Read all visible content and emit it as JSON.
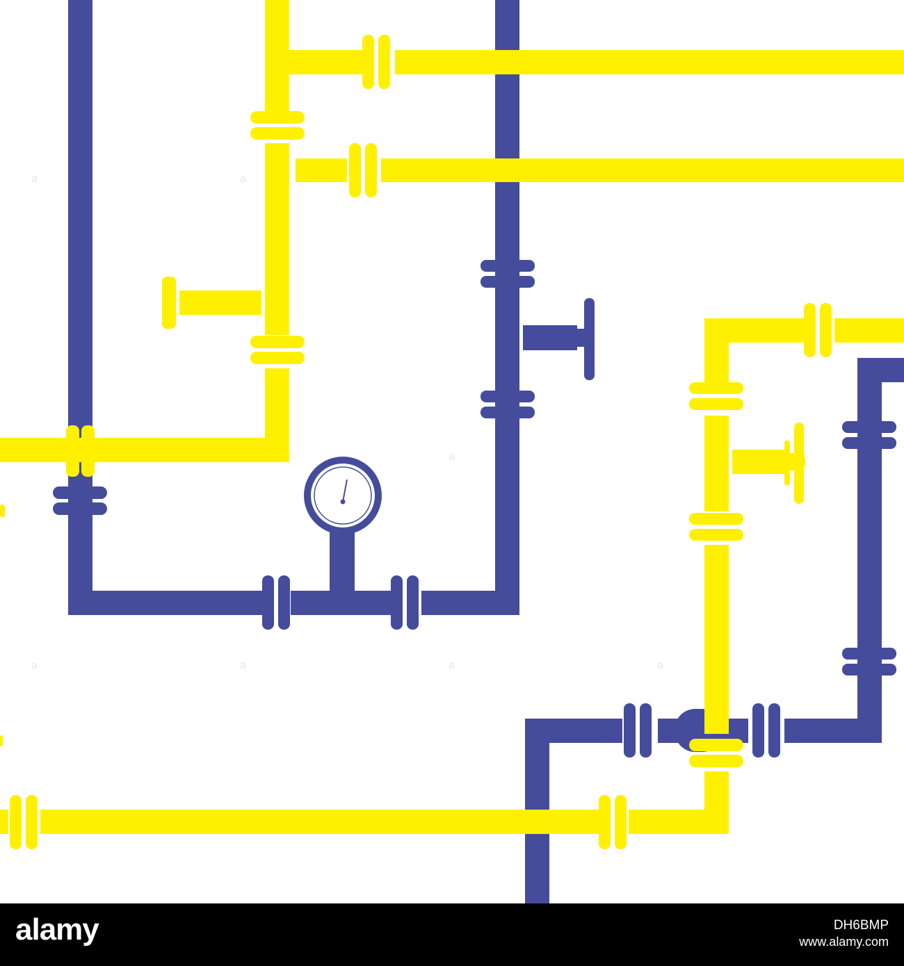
{
  "diagram": {
    "colors": {
      "gas_pipe": "#fff000",
      "water_pipe": "#454c9b",
      "background": "#ffffff",
      "gauge_face": "#ffffff"
    },
    "icons": [
      "pressure-gauge-icon",
      "gate-valve-icon",
      "pipe-flange-icon",
      "pipe-coupling-icon"
    ],
    "pipe_networks": [
      "yellow",
      "blue"
    ],
    "watermark_glyph": "a"
  },
  "footer": {
    "logo": "alamy",
    "image_id": "DH6BMP",
    "url": "www.alamy.com"
  }
}
